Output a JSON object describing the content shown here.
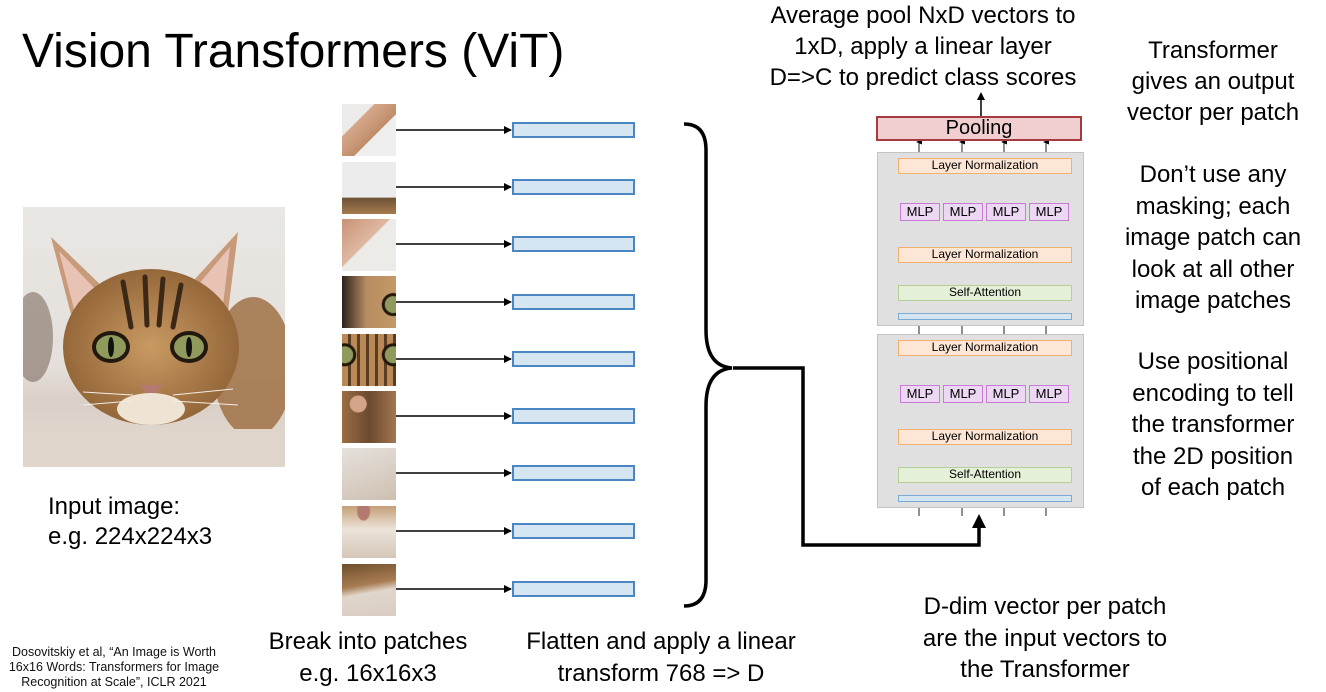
{
  "slide": {
    "title": "Vision Transformers (ViT)",
    "input_caption": "Input image:\ne.g. 224x224x3",
    "patches_caption": "Break into patches\ne.g. 16x16x3",
    "flatten_caption": "Flatten and apply a linear\ntransform 768 => D",
    "dvec_caption": "D-dim vector per patch\nare the input vectors to\nthe Transformer",
    "pool_caption": "Average pool NxD vectors to\n1xD, apply a linear layer\nD=>C to predict class scores",
    "right_notes": [
      "Transformer\ngives an output\nvector per patch",
      "Don’t use any\nmasking; each\nimage patch can\nlook at all other\nimage patches",
      "Use positional\nencoding to tell\nthe transformer\nthe 2D position\nof each patch"
    ],
    "citation": "Dosovitskiy et al, “An Image is Worth\n16x16 Words: Transformers for Image\nRecognition at Scale”, ICLR 2021"
  },
  "diagram": {
    "num_patches": 9,
    "pooling_label": "Pooling",
    "blocks": [
      {
        "top_norm": "Layer Normalization",
        "mlp_labels": [
          "MLP",
          "MLP",
          "MLP",
          "MLP"
        ],
        "mid_norm": "Layer Normalization",
        "attention": "Self-Attention"
      },
      {
        "top_norm": "Layer Normalization",
        "mlp_labels": [
          "MLP",
          "MLP",
          "MLP",
          "MLP"
        ],
        "mid_norm": "Layer Normalization",
        "attention": "Self-Attention"
      }
    ],
    "colors": {
      "vector_fill": "#d6e5f2",
      "vector_border": "#4a87c2",
      "pooling_fill": "#f1cfd1",
      "pooling_border": "#a53b3e",
      "norm_fill": "#fde6d5",
      "norm_border": "#f0b070",
      "mlp_fill": "#ecd8f2",
      "mlp_border": "#c77ad6",
      "attention_fill": "#e5f0d8",
      "attention_border": "#b5cf94",
      "block_bg": "#e0e0e0"
    }
  }
}
